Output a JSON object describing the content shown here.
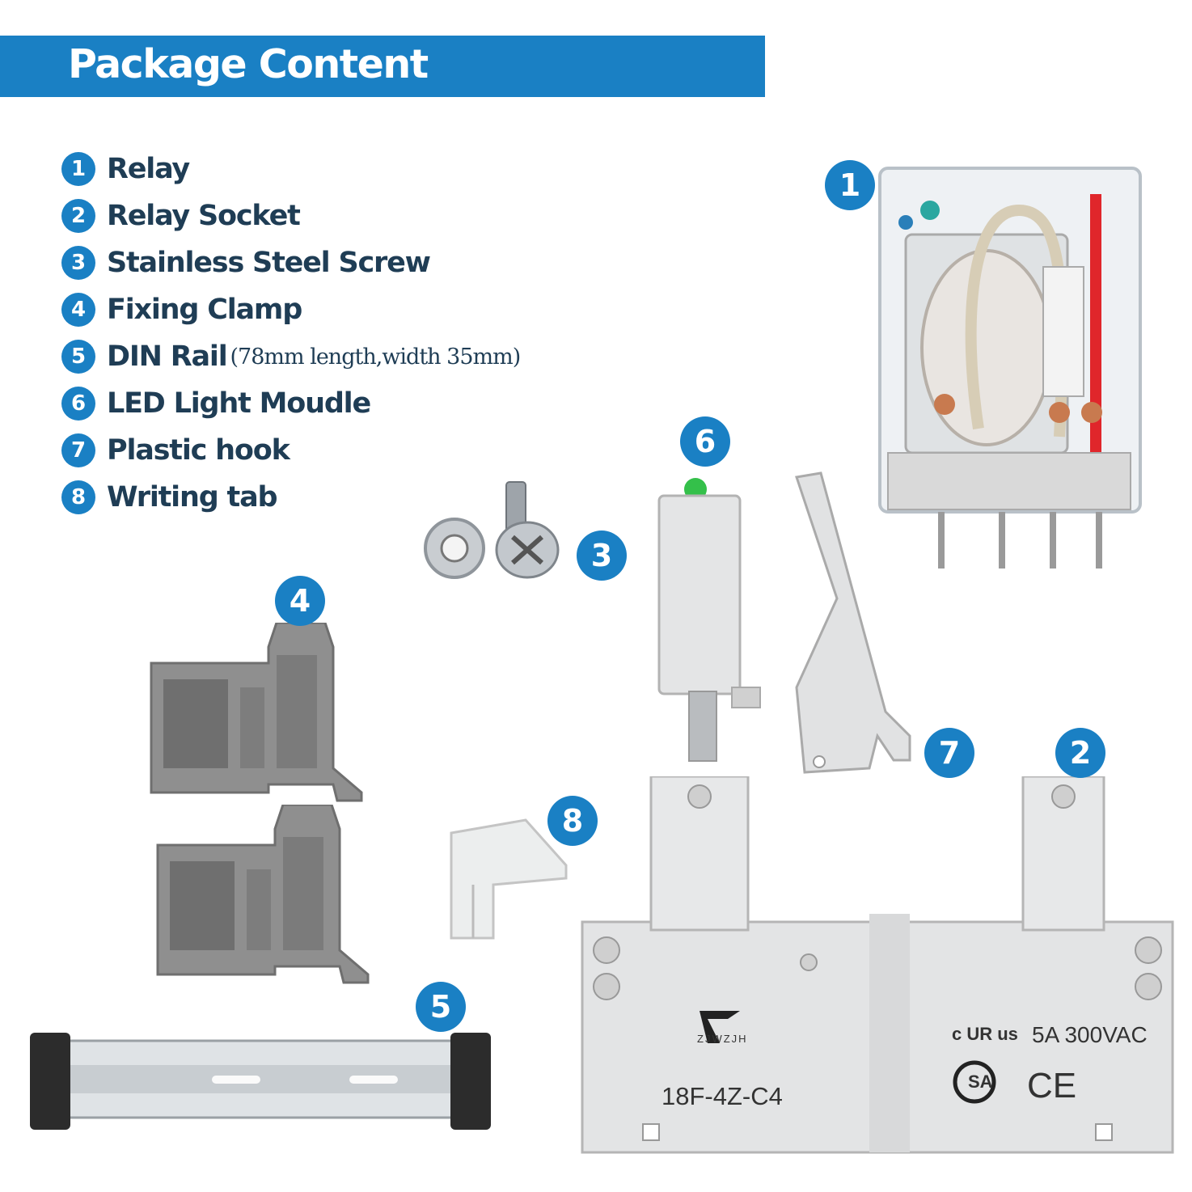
{
  "title": "Package Content",
  "items": [
    {
      "number": "1",
      "label": "Relay",
      "note": ""
    },
    {
      "number": "2",
      "label": "Relay Socket",
      "note": ""
    },
    {
      "number": "3",
      "label": "Stainless Steel Screw",
      "note": ""
    },
    {
      "number": "4",
      "label": "Fixing Clamp",
      "note": ""
    },
    {
      "number": "5",
      "label": "DIN Rail",
      "note": "(78mm length,width 35mm)"
    },
    {
      "number": "6",
      "label": "LED Light Moudle",
      "note": ""
    },
    {
      "number": "7",
      "label": "Plastic hook",
      "note": ""
    },
    {
      "number": "8",
      "label": "Writing tab",
      "note": ""
    }
  ],
  "badges": [
    "1",
    "2",
    "3",
    "4",
    "5",
    "6",
    "7",
    "8"
  ],
  "socket": {
    "model": "18F-4Z-C4",
    "brand": "ZJWZJH",
    "rating": "5A 300VAC",
    "ce_mark": "CE",
    "ul_mark": "c UR us",
    "csa_mark": "SA"
  },
  "colors": {
    "accent": "#1a80c4",
    "text": "#1f3d55",
    "plastic": "#dcdcdc",
    "clamp": "#8a8a8a"
  }
}
